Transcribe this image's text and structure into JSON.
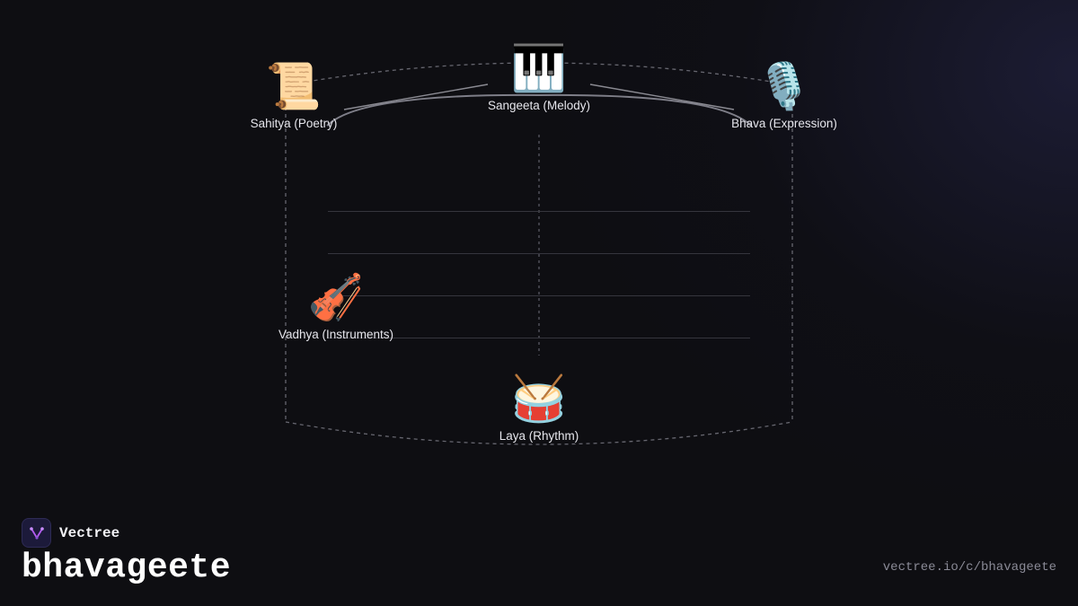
{
  "diagram": {
    "nodes": [
      {
        "id": "sangeeta",
        "icon": "piano-keys-icon",
        "emoji": "🎹",
        "label": "Sangeeta (Melody)"
      },
      {
        "id": "sahitya",
        "icon": "scroll-icon",
        "emoji": "📜",
        "label": "Sahitya (Poetry)"
      },
      {
        "id": "bhava",
        "icon": "microphone-icon",
        "emoji": "🎙️",
        "label": "Bhava (Expression)"
      },
      {
        "id": "vadhya",
        "icon": "violin-icon",
        "emoji": "🎻",
        "label": "Vadhya (Instruments)"
      },
      {
        "id": "laya",
        "icon": "drum-icon",
        "emoji": "🥁",
        "label": "Laya (Rhythm)"
      }
    ],
    "colors": {
      "background": "#0e0e12",
      "dashed_outline": "#6a6a74",
      "connector": "#8a8a92",
      "staff_line": "#3a3a42",
      "logo_accent": "#b45cf0"
    }
  },
  "footer": {
    "brand_icon": "vectree-logo-icon",
    "brand_name": "Vectree",
    "title": "bhavageete",
    "url": "vectree.io/c/bhavageete"
  }
}
